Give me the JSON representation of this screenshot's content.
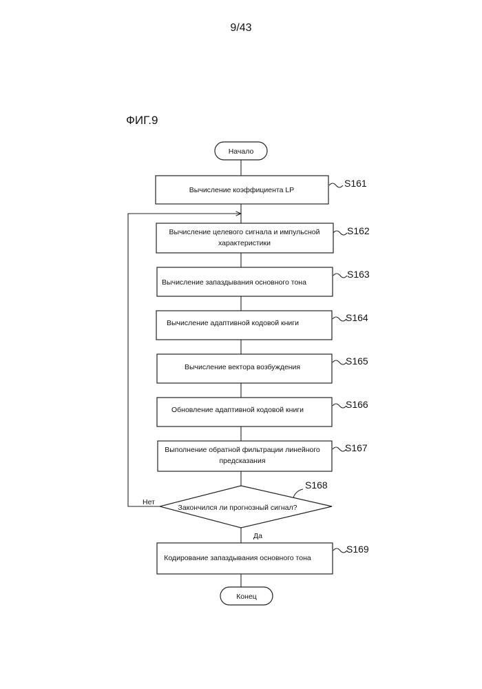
{
  "page_number": "9/43",
  "figure_label": "ФИГ.9",
  "start": "Начало",
  "end": "Конец",
  "steps": [
    {
      "id": "S161",
      "lines": [
        "Вычисление коэффициента LP"
      ]
    },
    {
      "id": "S162",
      "lines": [
        "Вычисление целевого сигнала и импульсной",
        "характеристики"
      ]
    },
    {
      "id": "S163",
      "lines": [
        "Вычисление запаздывания основного тона"
      ]
    },
    {
      "id": "S164",
      "lines": [
        "Вычисление адаптивной кодовой книги"
      ]
    },
    {
      "id": "S165",
      "lines": [
        "Вычисление вектора возбуждения"
      ]
    },
    {
      "id": "S166",
      "lines": [
        "Обновление адаптивной кодовой книги"
      ]
    },
    {
      "id": "S167",
      "lines": [
        "Выполнение обратной фильтрации линейного",
        "предсказания"
      ]
    }
  ],
  "decision": {
    "id": "S168",
    "text": "Закончился ли прогнозный сигнал?",
    "no": "Нет",
    "yes": "Да"
  },
  "final_step": {
    "id": "S169",
    "text": "Кодирование запаздывания основного тона"
  }
}
